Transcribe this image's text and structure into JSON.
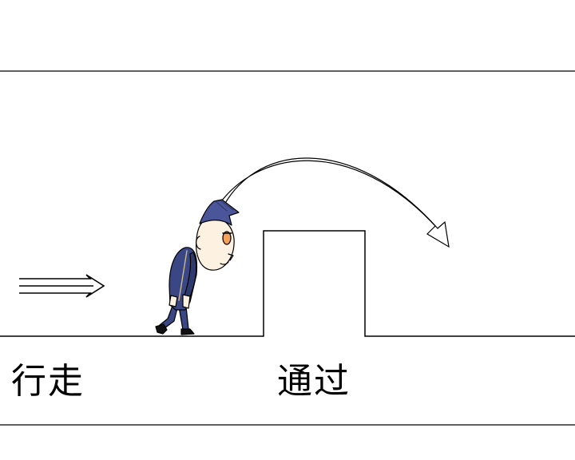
{
  "labels": {
    "walk": "行走",
    "pass": "通过"
  },
  "icons": {
    "direction": "right-arrow-icon",
    "jump": "curved-arrow-icon",
    "character": "walking-character"
  },
  "colors": {
    "line": "#000000",
    "background": "#ffffff",
    "uniform": "#3b4785",
    "hat": "#4a5699",
    "skin": "#fdf1e2",
    "eye": "#f5a15a"
  }
}
